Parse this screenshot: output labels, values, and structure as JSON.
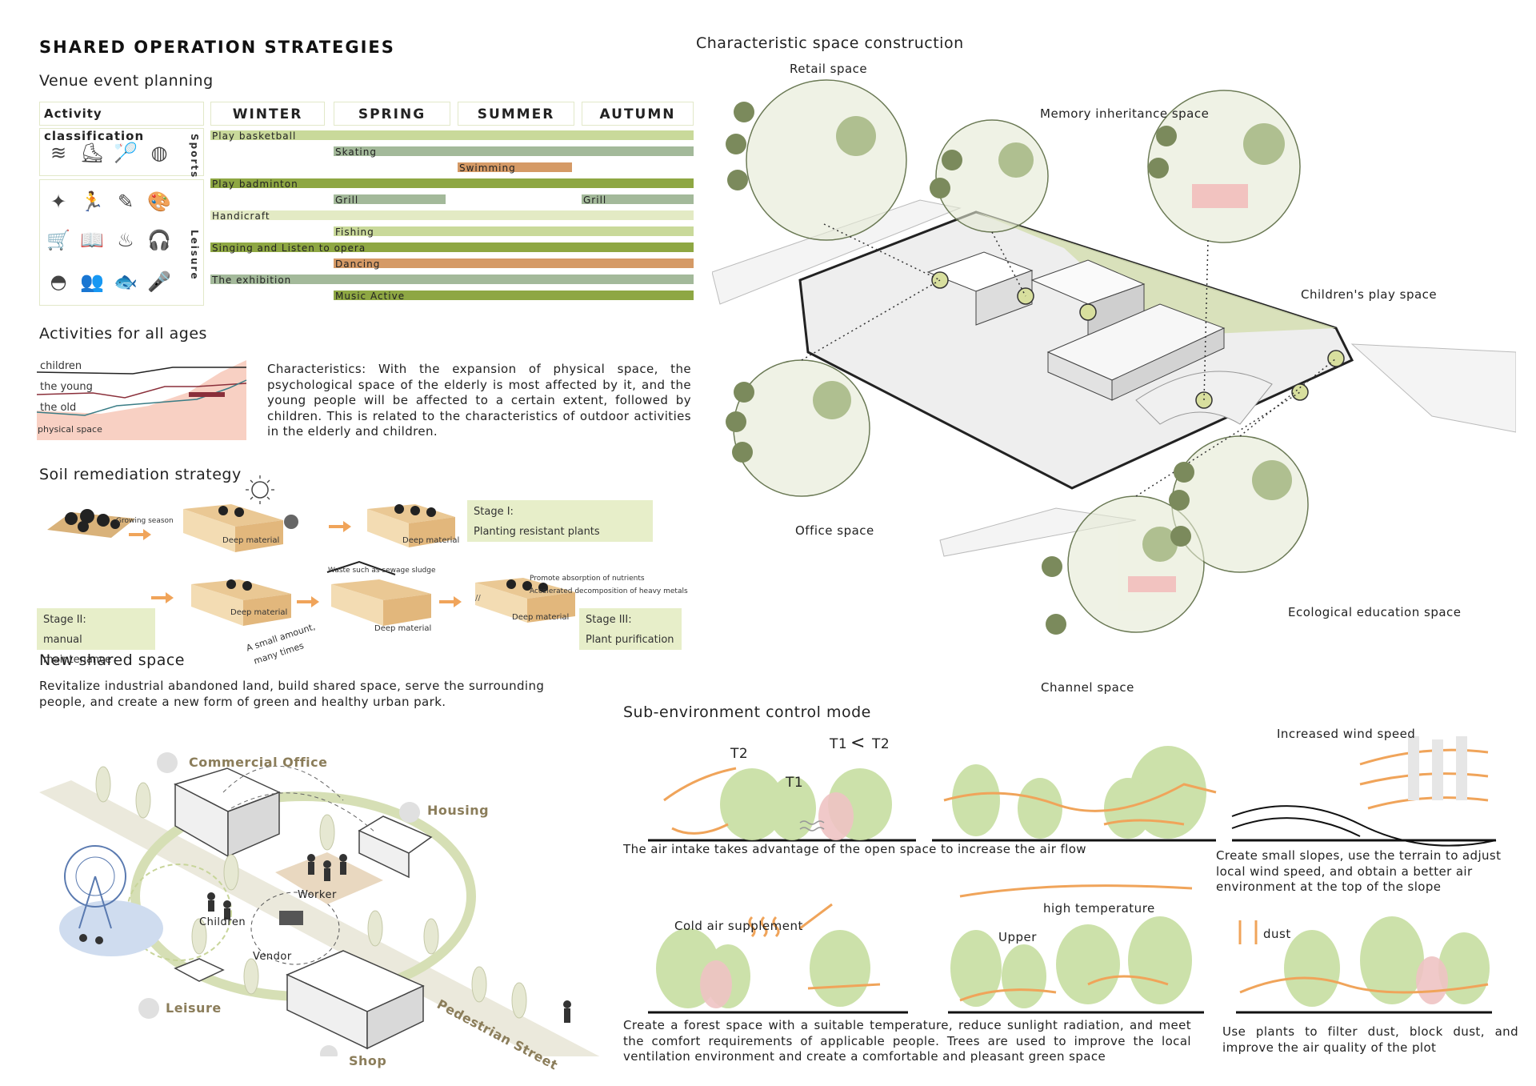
{
  "main_title": "SHARED OPERATION STRATEGIES",
  "venue": {
    "title": "Venue event planning",
    "classification_header": "Activity classification",
    "seasons": [
      "WINTER",
      "SPRING",
      "SUMMER",
      "AUTUMN"
    ],
    "group_sports": "Sports",
    "group_leisure": "Leisure",
    "activities": [
      {
        "label": "Play basketball",
        "start": 0,
        "end": 4,
        "color": "#c9d99a"
      },
      {
        "label": "Skating",
        "start": 1,
        "end": 4,
        "color": "#a3b99a"
      },
      {
        "label": "Swimming",
        "start": 2,
        "end": 2.92,
        "color": "#d59a66"
      },
      {
        "label": "Play badminton",
        "start": 0,
        "end": 4,
        "color": "#8ea743"
      },
      {
        "label": "Grill",
        "start": 1,
        "end": 1.9,
        "color": "#a3b99a"
      },
      {
        "label": "Grill",
        "start": 3,
        "end": 4,
        "color": "#a3b99a"
      },
      {
        "label": "Handicraft",
        "start": 0,
        "end": 4,
        "color": "#e3eac4"
      },
      {
        "label": "Fishing",
        "start": 1,
        "end": 4,
        "color": "#c9d99a"
      },
      {
        "label": "Singing and Listen to opera",
        "start": 0,
        "end": 4,
        "color": "#8ea743"
      },
      {
        "label": "Dancing",
        "start": 1,
        "end": 4,
        "color": "#d59a66"
      },
      {
        "label": "The exhibition",
        "start": 0,
        "end": 4,
        "color": "#a3b99a"
      },
      {
        "label": "Music Active",
        "start": 1,
        "end": 4,
        "color": "#8ea743"
      }
    ]
  },
  "ages": {
    "title": "Activities for all ages",
    "labels": [
      "children",
      "the young",
      "the old",
      "physical space"
    ],
    "text": "Characteristics: With the expansion of physical space, the psychological space of the elderly is most affected by it, and the young people will be affected to a certain extent, followed by children. This is related to the characteristics of outdoor activities in the elderly and children."
  },
  "soil": {
    "title": "Soil remediation strategy",
    "growing_season": "Growing season",
    "deep_material": "Deep material",
    "waste_note": "Waste such as sewage sludge",
    "nutrients_note": "Promote absorption of nutrients",
    "metals_note": "Accelerated decomposition of heavy metals",
    "small_amount": "A small amount,",
    "many_times": "many times",
    "stage1_title": "Stage I:",
    "stage1_text": "Planting resistant plants",
    "stage2_title": "Stage II:",
    "stage2_text": "manual maintenance",
    "stage3_title": "Stage III:",
    "stage3_text": "Plant purification"
  },
  "shared": {
    "title": "New shared space",
    "text": "Revitalize industrial abandoned land, build shared space, serve the surrounding people, and create a new form of green and healthy urban park.",
    "commercial": "Commercial Office",
    "housing": "Housing",
    "leisure": "Leisure",
    "shop": "Shop",
    "worker": "Worker",
    "children": "Children",
    "vendor": "Vendor",
    "street": "Pedestrian Street"
  },
  "characteristic": {
    "title": "Characteristic space construction",
    "retail": "Retail space",
    "memory": "Memory inheritance space",
    "children_play": "Children's play space",
    "office": "Office space",
    "ecological": "Ecological education space",
    "channel": "Channel space"
  },
  "subenv": {
    "title": "Sub-environment control mode",
    "t2": "T2",
    "t1": "T1",
    "t1_lt": "T1",
    "t2_gt": "T2",
    "air_intake": "The air intake takes advantage of the open space to increase the air flow",
    "wind_title": "Increased wind speed",
    "wind_text": "Create small slopes, use the terrain to adjust local wind speed, and obtain a better air environment at the top of the slope",
    "cold_air": "Cold air supplement",
    "high_temp": "high temperature",
    "upper": "Upper",
    "dust": "dust",
    "forest_text": "Create a forest space with a suitable temperature, reduce sunlight radiation, and meet the comfort requirements of applicable people. Trees are used to improve the local ventilation environment and create a comfortable and pleasant green space",
    "dust_text": "Use plants to filter dust, block dust, and improve the air quality of the plot"
  }
}
